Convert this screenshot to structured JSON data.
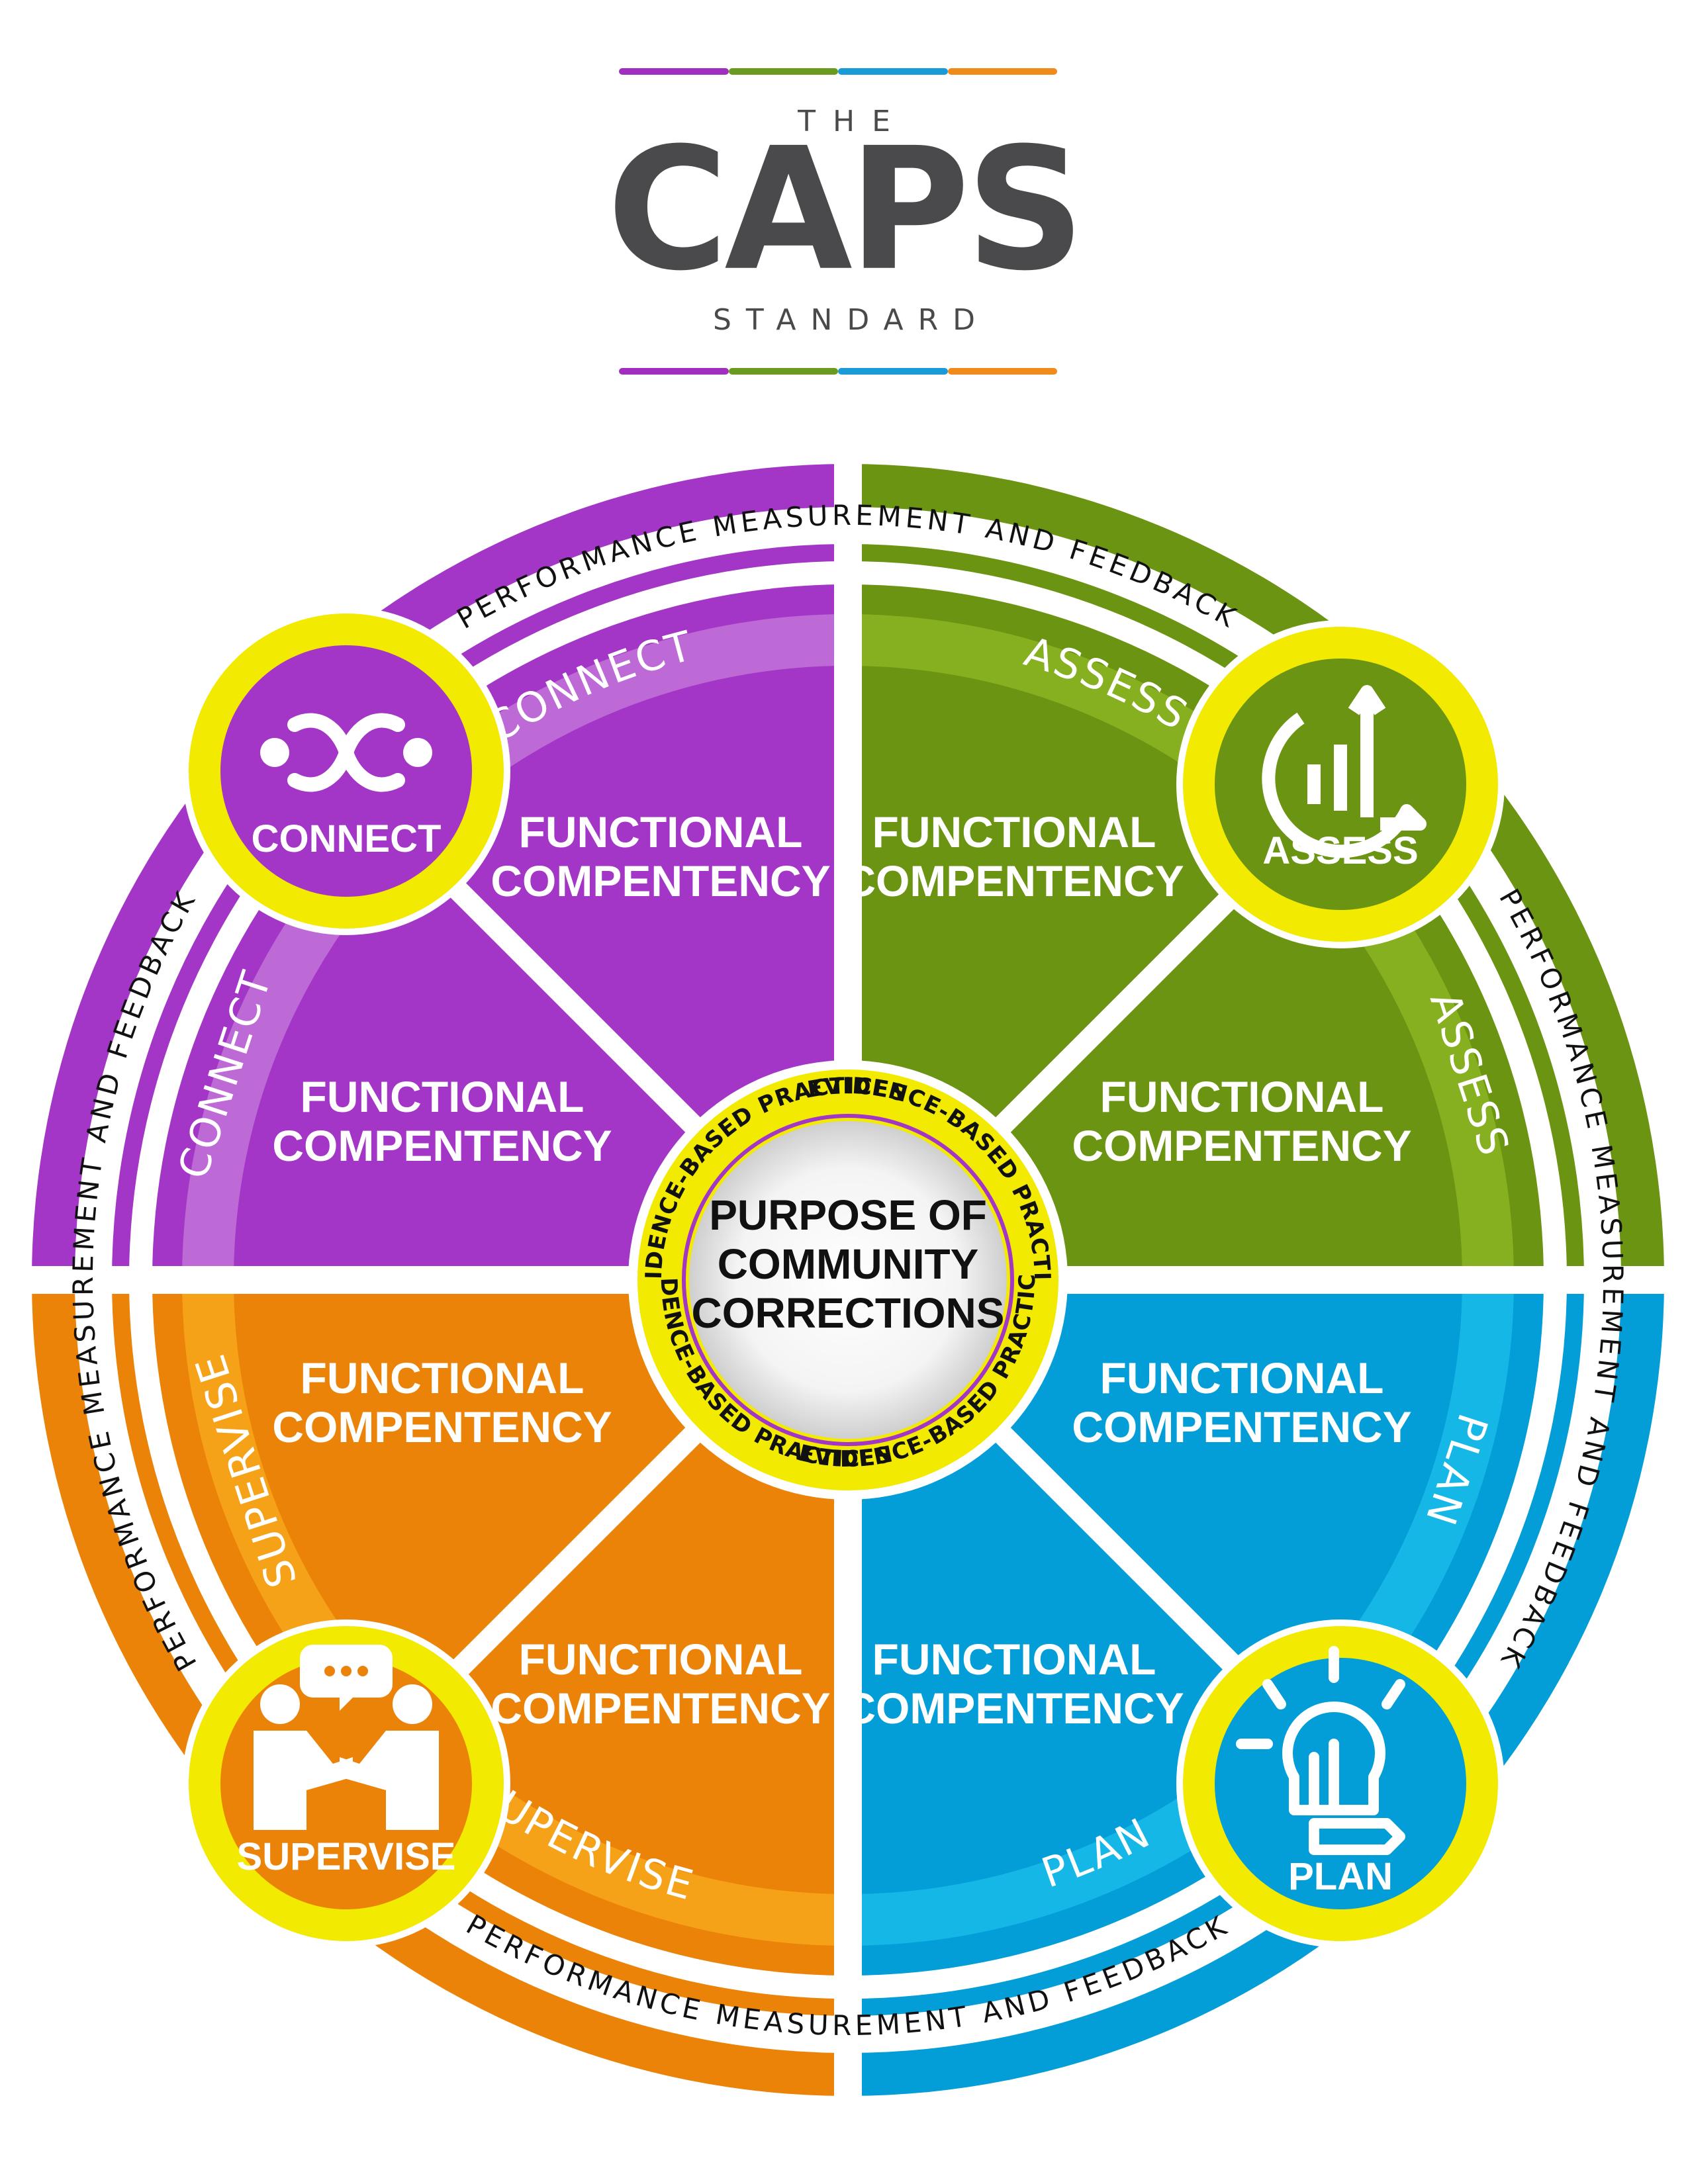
{
  "header": {
    "the": "THE",
    "caps": "CAPS",
    "standard": "STANDARD",
    "bar_colors": [
      "#a02fc0",
      "#6a9a1f",
      "#1a9ad6",
      "#f08a1a"
    ]
  },
  "colors": {
    "connect": "#a336c6",
    "connect_band": "#be6ad6",
    "assess": "#6a9412",
    "assess_band": "#86b01f",
    "plan": "#039ed8",
    "plan_band": "#15b7e7",
    "supervise": "#ec8309",
    "supervise_band": "#f6a218",
    "yellow": "#f2ea00",
    "white": "#ffffff"
  },
  "outer_ring_label": "PERFORMANCE MEASUREMENT AND FEEDBACK",
  "center": {
    "lines": [
      "PURPOSE OF",
      "COMMUNITY",
      "CORRECTIONS"
    ],
    "ring_label": "EVIDENCE-BASED PRACTICES"
  },
  "quadrants": {
    "connect": {
      "badge_label": "CONNECT",
      "icon": "connect-link-icon",
      "band_label": "CONNECT",
      "competencies": [
        [
          "FUNCTIONAL",
          "COMPENTENCY"
        ],
        [
          "FUNCTIONAL",
          "COMPENTENCY"
        ]
      ]
    },
    "assess": {
      "badge_label": "ASSESS",
      "icon": "assess-chart-icon",
      "band_label": "ASSESS",
      "competencies": [
        [
          "FUNCTIONAL",
          "COMPENTENCY"
        ],
        [
          "FUNCTIONAL",
          "COMPENTENCY"
        ]
      ]
    },
    "plan": {
      "badge_label": "PLAN",
      "icon": "plan-lightbulb-icon",
      "band_label": "PLAN",
      "competencies": [
        [
          "FUNCTIONAL",
          "COMPENTENCY"
        ],
        [
          "FUNCTIONAL",
          "COMPENTENCY"
        ]
      ]
    },
    "supervise": {
      "badge_label": "SUPERVISE",
      "icon": "supervise-people-icon",
      "band_label": "SUPERVISE",
      "competencies": [
        [
          "FUNCTIONAL",
          "COMPENTENCY"
        ],
        [
          "FUNCTIONAL",
          "COMPENTENCY"
        ]
      ]
    }
  }
}
